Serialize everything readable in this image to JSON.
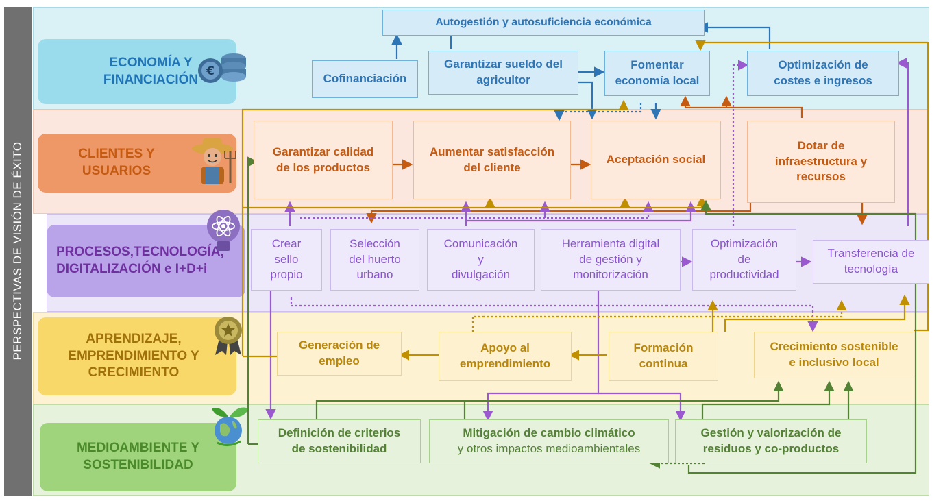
{
  "sidebar_label": "PERSPECTIVAS DE VISIÓN DE ÉXITO",
  "perspectives": [
    {
      "label": "ECONOMÍA Y\nFINANCIACIÓN",
      "icon": "coins-icon"
    },
    {
      "label": "CLIENTES Y\nUSUARIOS",
      "icon": "farmer-icon"
    },
    {
      "label": "PROCESOS,TECNOLOGÍA,\nDIGITALIZACIÓN e I+D+i",
      "icon": "atom-bulb-icon"
    },
    {
      "label": "APRENDIZAJE,\nEMPRENDIMIENTO Y\nCRECIMIENTO",
      "icon": "medal-icon"
    },
    {
      "label": "MEDIOAMBIENTE Y\nSOSTENIBILIDAD",
      "icon": "globe-leaves-icon"
    }
  ],
  "economia": {
    "autogestion": "Autogestión y autosuficiencia económica",
    "cofinanciacion": "Cofinanciación",
    "sueldo": "Garantizar sueldo del\nagricultor",
    "economia_local": "Fomentar\neconomía local",
    "optimizacion_costes": "Optimización de\ncostes e ingresos"
  },
  "clientes": {
    "calidad": "Garantizar calidad\nde los productos",
    "satisfaccion": "Aumentar satisfacción\ndel cliente",
    "aceptacion": "Aceptación social",
    "infraestructura": "Dotar de\ninfraestructura y\nrecursos"
  },
  "procesos": {
    "sello": "Crear\nsello\npropio",
    "huerto": "Selección\ndel huerto\nurbano",
    "comunicacion": "Comunicación\ny\ndivulgación",
    "herramienta": "Herramienta digital\nde gestión y\nmonitorización",
    "productividad": "Optimización\nde\nproductividad",
    "transferencia": "Transferencia de\ntecnología"
  },
  "aprendizaje": {
    "empleo": "Generación de\nempleo",
    "emprendimiento": "Apoyo  al\nemprendimiento",
    "formacion": "Formación\ncontinua",
    "crecimiento": "Crecimiento sostenible\ne inclusivo  local"
  },
  "medioambiente": {
    "criterios": "Definición de criterios\nde sostenibilidad",
    "mitigacion_title": "Mitigación de cambio climático",
    "mitigacion_sub": "y otros impactos medioambientales",
    "residuos": "Gestión y valorización de\nresiduos y  co-productos"
  },
  "colors": {
    "blue": "#2e75b6",
    "orange": "#c55a11",
    "purple": "#9b59d0",
    "yellow": "#c09000",
    "green": "#548235"
  }
}
